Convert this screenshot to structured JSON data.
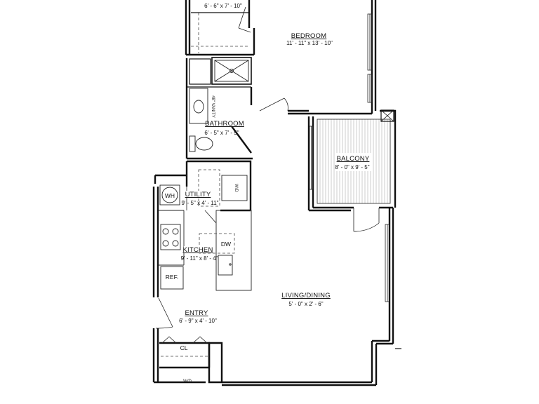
{
  "plan": {
    "rooms": {
      "closet_top": {
        "dims": "6' - 6\" x 7' - 10\""
      },
      "bedroom": {
        "name": "BEDROOM",
        "dims": "11' - 11\" x 13' - 10\""
      },
      "bathroom": {
        "name": "BATHROOM",
        "dims": "6' - 5\" x 7' - 5\""
      },
      "balcony": {
        "name": "BALCONY",
        "dims": "8' - 0\" x 9' - 5\""
      },
      "utility": {
        "name": "UTILITY",
        "dims": "9' - 5\" x 4' - 11\""
      },
      "kitchen": {
        "name": "KITCHEN",
        "dims": "9' - 11\" x 8' - 4\""
      },
      "living": {
        "name": "LIVING/DINING",
        "dims": "5' - 0\" x 2' - 6\""
      },
      "entry": {
        "name": "ENTRY",
        "dims": "6' - 9\" x 4' - 10\""
      }
    },
    "fixtures": {
      "vanity": "48\" VANITY",
      "wh": "WH",
      "wd_utility": "W/D",
      "dw": "DW",
      "ref": "REF.",
      "cl": "CL",
      "wd_bottom": "W/D"
    }
  }
}
